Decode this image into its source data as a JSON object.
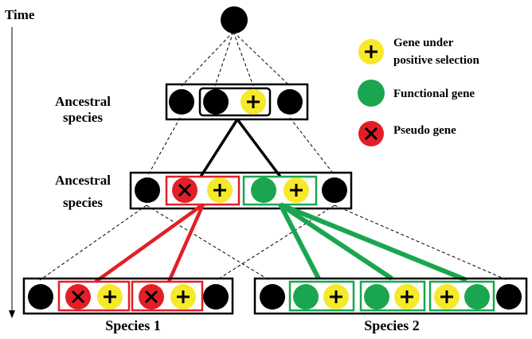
{
  "axis": {
    "label": "Time"
  },
  "levels": [
    {
      "label_line1": "Ancestral",
      "label_line2": "species"
    },
    {
      "label_line1": "Ancestral",
      "label_line2": "species"
    }
  ],
  "species": [
    {
      "label": "Species 1"
    },
    {
      "label": "Species 2"
    }
  ],
  "legend": {
    "positive_line1": "Gene under",
    "positive_line2": "positive selection",
    "functional": "Functional gene",
    "pseudo": "Pseudo gene"
  },
  "colors": {
    "ancestral_gene": "#000000",
    "positive_selection": "#f5e92a",
    "functional_gene": "#1aa64f",
    "pseudo_gene": "#e21f26",
    "functional_lineage": "#1aa64f",
    "pseudo_lineage": "#e21f26"
  }
}
